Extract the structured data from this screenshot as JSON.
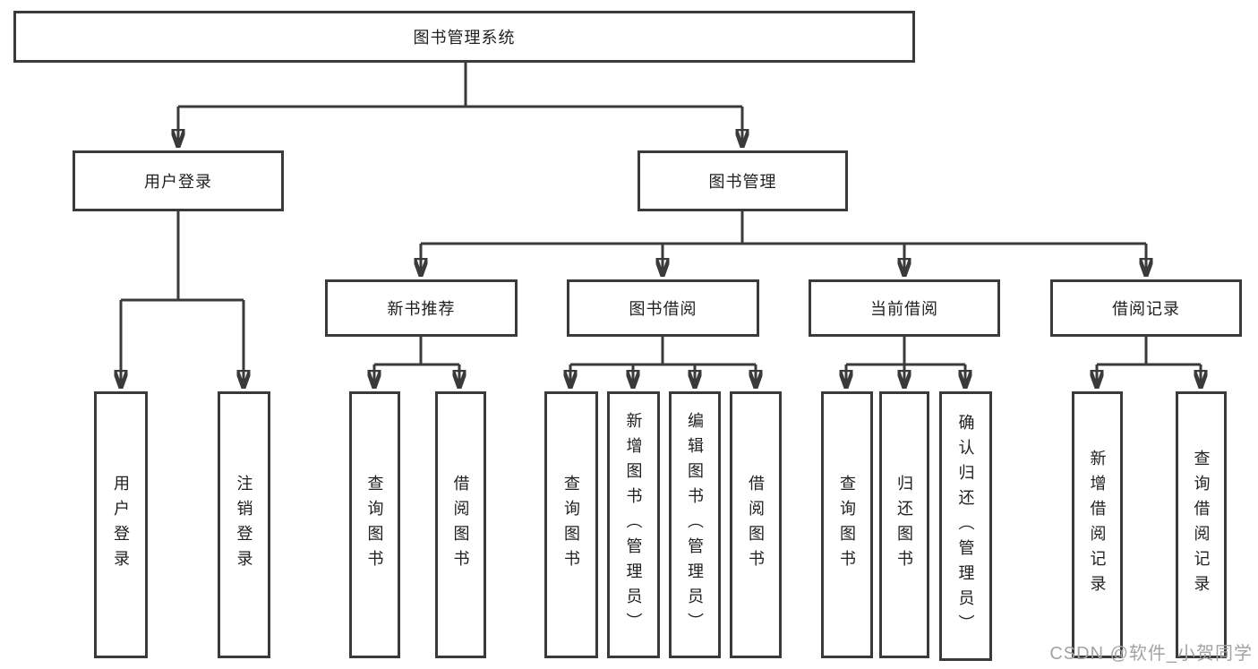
{
  "diagram_title": "图书管理系统",
  "tree": {
    "root": {
      "label": "图书管理系统"
    },
    "level2": [
      {
        "label": "用户登录"
      },
      {
        "label": "图书管理"
      }
    ],
    "level3": [
      {
        "label": "新书推荐"
      },
      {
        "label": "图书借阅"
      },
      {
        "label": "当前借阅"
      },
      {
        "label": "借阅记录"
      }
    ],
    "leaves": {
      "userLogin": [
        {
          "label": "用户登录"
        },
        {
          "label": "注销登录"
        }
      ],
      "newBookRecommend": [
        {
          "label": "查询图书"
        },
        {
          "label": "借阅图书"
        }
      ],
      "bookBorrow": [
        {
          "label": "查询图书"
        },
        {
          "label": "新增图书（管理员）"
        },
        {
          "label": "编辑图书（管理员）"
        },
        {
          "label": "借阅图书"
        }
      ],
      "currentBorrow": [
        {
          "label": "查询图书"
        },
        {
          "label": "归还图书"
        },
        {
          "label": "确认归还（管理员）"
        }
      ],
      "borrowRecords": [
        {
          "label": "新增借阅记录"
        },
        {
          "label": "查询借阅记录"
        }
      ]
    }
  },
  "watermark": {
    "text": "CSDN @软件_小贺同学"
  },
  "colors": {
    "line": "#3a3a3a",
    "text": "#1f1f1f",
    "watermark": "#a3a3a3",
    "background": "#ffffff"
  }
}
